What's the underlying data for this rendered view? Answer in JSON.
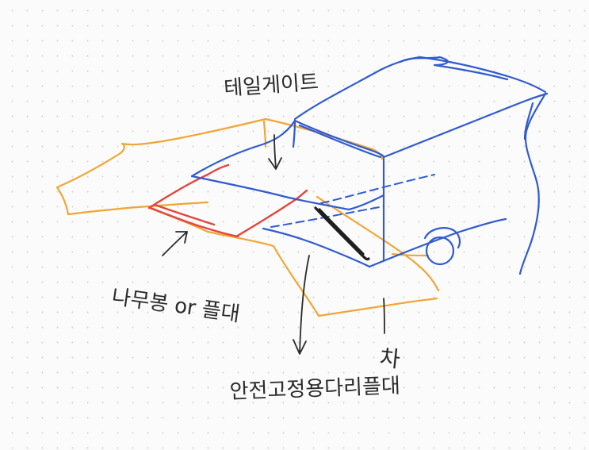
{
  "labels": {
    "tailgate": "테일게이트",
    "wood_or_plastic": "나무봉 or 플대",
    "safety_rope": "안전고정용다리플대",
    "car": "차"
  },
  "colors": {
    "blue": "#2f5bd0",
    "orange": "#f2a533",
    "red": "#e2463e",
    "black": "#1f1f1f",
    "ink": "#2a2a2a",
    "background": "#fbfbfb",
    "dot_grid": "#d6d6d6"
  }
}
